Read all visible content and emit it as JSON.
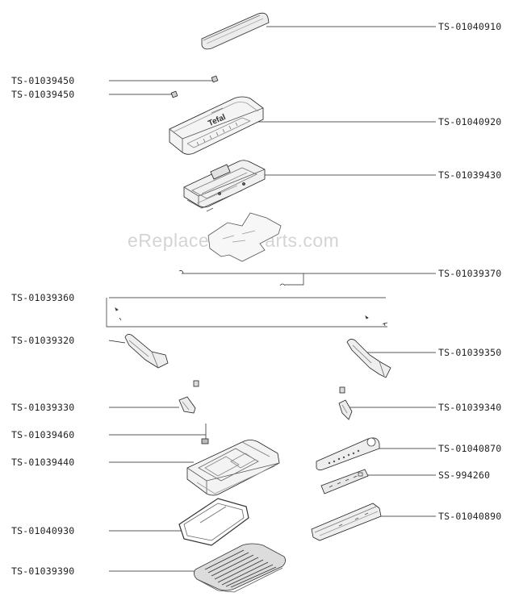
{
  "watermark": "eReplacementParts.com",
  "labels": {
    "ts_01040910": "TS-01040910",
    "ts_01039450_a": "TS-01039450",
    "ts_01039450_b": "TS-01039450",
    "ts_01040920": "TS-01040920",
    "ts_01039430": "TS-01039430",
    "ts_01039370": "TS-01039370",
    "ts_01039360": "TS-01039360",
    "ts_01039320": "TS-01039320",
    "ts_01039350": "TS-01039350",
    "ts_01039330": "TS-01039330",
    "ts_01039340": "TS-01039340",
    "ts_01039460": "TS-01039460",
    "ts_01040870": "TS-01040870",
    "ts_01039440": "TS-01039440",
    "ss_994260": "SS-994260",
    "ts_01040890": "TS-01040890",
    "ts_01040930": "TS-01040930",
    "ts_01039390": "TS-01039390"
  },
  "brand_logo": "Tefal"
}
